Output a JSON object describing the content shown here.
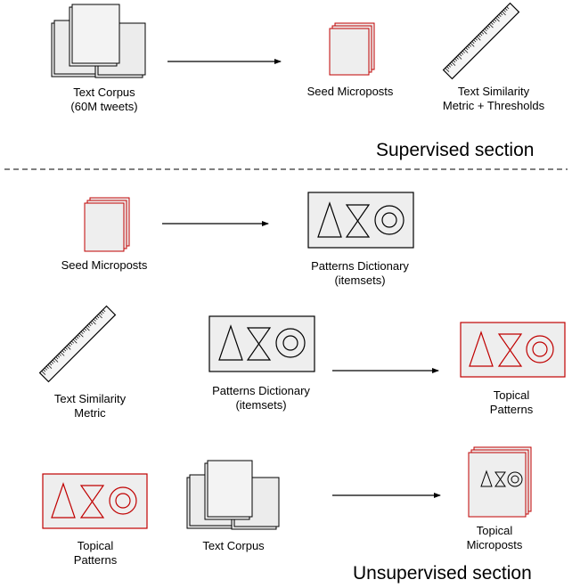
{
  "supervised": {
    "corpus_label": [
      "Text Corpus",
      "(60M tweets)"
    ],
    "seed_label": [
      "Seed Microposts"
    ],
    "metric_label": [
      "Text Similarity",
      "Metric + Thresholds"
    ],
    "section_title": "Supervised section"
  },
  "unsupervised": {
    "row1": {
      "seed_label": [
        "Seed Microposts"
      ],
      "dictionary_label": [
        "Patterns Dictionary",
        "(itemsets)"
      ]
    },
    "row2": {
      "metric_label": [
        "Text Similarity",
        "Metric"
      ],
      "dictionary_label": [
        "Patterns Dictionary",
        "(itemsets)"
      ],
      "topical_patterns_label": [
        "Topical",
        "Patterns"
      ]
    },
    "row3": {
      "topical_patterns_label": [
        "Topical",
        "Patterns"
      ],
      "corpus_label": [
        "Text Corpus"
      ],
      "topical_microposts_label": [
        "Topical",
        "Microposts"
      ]
    },
    "section_title": "Unsupervised section"
  },
  "colors": {
    "accent_red": "#c00000",
    "fill_gray": "#eeeeee",
    "stroke": "#000000"
  },
  "icons": {
    "corpus": "document-stack-icon",
    "seed": "seed-microposts-icon",
    "metric": "ruler-icon",
    "patterns": "triangle-hourglass-circle-icon"
  }
}
